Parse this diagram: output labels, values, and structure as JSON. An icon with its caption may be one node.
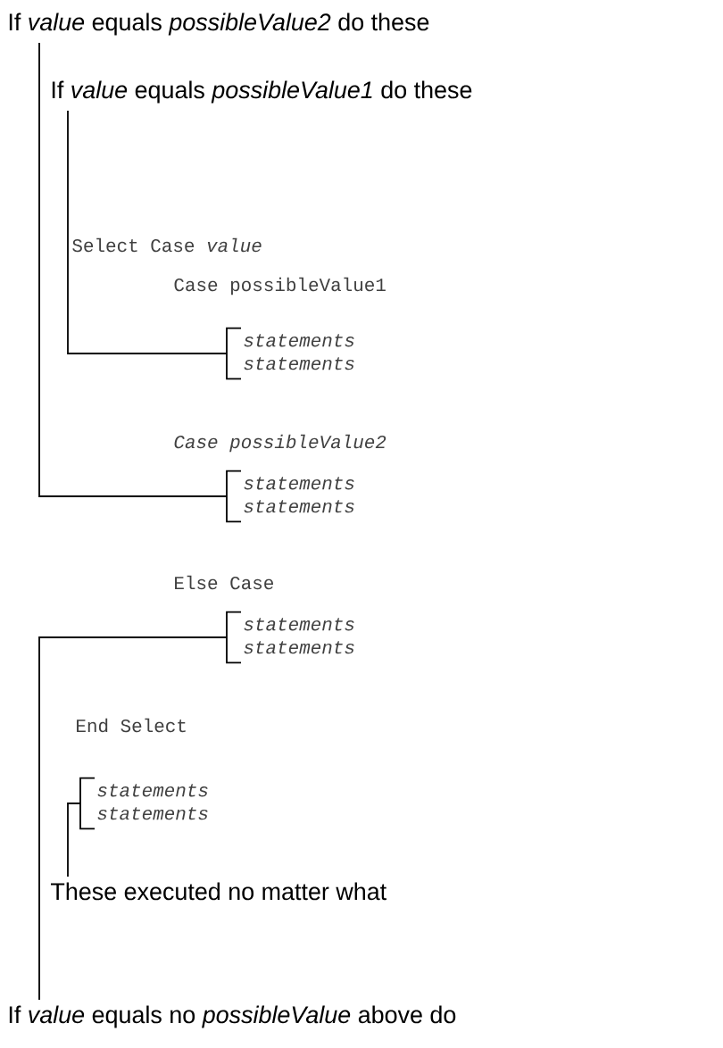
{
  "diagram": {
    "nodes": [
      {
        "text": [
          "If *value* equals *possibleValue2* do these"
        ]
      },
      {
        "text": [
          "If *value* equals *possibleValue1* do these"
        ]
      },
      {
        "text": [
          "*statements*",
          "*statements*"
        ]
      },
      {
        "text": [
          "*statements*",
          "*statements*"
        ]
      },
      {
        "text": [
          "*statements*",
          "*statements*"
        ]
      },
      {
        "text": [
          "*statements*",
          "*statements*"
        ]
      },
      {
        "text": [
          "These executed no matter what"
        ]
      },
      {
        "text": [
          "If *value* equals no *possibleValue* above do"
        ]
      }
    ],
    "edges": [
      {
        "from": 0,
        "to": 3,
        "arrow": "none"
      },
      {
        "from": 1,
        "to": 2,
        "arrow": "none"
      },
      {
        "from": 7,
        "to": 4,
        "arrow": "none"
      },
      {
        "from": 6,
        "to": 5,
        "arrow": "none"
      }
    ],
    "labels": [
      "Select Case *value*",
      "Case possibleValue1",
      "*Case possibleValue2*",
      "Else Case",
      "End Select"
    ]
  }
}
